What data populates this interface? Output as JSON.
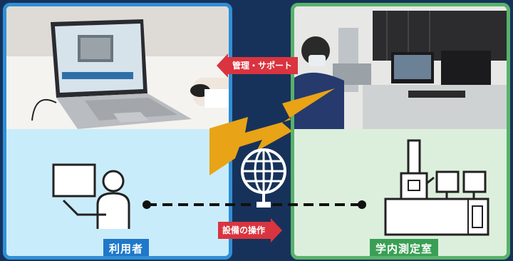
{
  "labels": {
    "user": "利用者",
    "lab": "学内測定室",
    "management": "管理・サポート",
    "operation": "設備の操作"
  },
  "icons": {
    "network": "globe-icon",
    "bolt": "lightning-bolt-icon",
    "user": "user-at-monitor-icon",
    "instrument": "electron-microscope-icon"
  },
  "colors": {
    "user_panel": "#c9ecfb",
    "user_border": "#2f8fd6",
    "lab_panel": "#dcefdc",
    "lab_border": "#58b26b",
    "arrow": "#d9343f",
    "bolt": "#e8a317",
    "background": "#17325a"
  }
}
